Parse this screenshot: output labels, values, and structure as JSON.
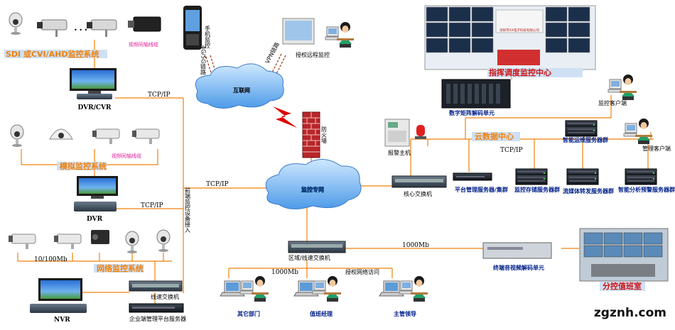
{
  "labels": {
    "sdi_system": "SDI 或CVI/AHD监控系统",
    "coax_1": "视频同轴线缆",
    "dvr_cvr": "DVR/CVR",
    "tcp_ip_1": "TCP/IP",
    "analog_system": "模拟监控系统",
    "coax_2": "视频同轴线缆",
    "dvr": "DVR",
    "tcp_ip_2": "TCP/IP",
    "tcp_ip_3": "TCP/IP",
    "front_access": "前端监控设备接入",
    "network_system": "网络监控系统",
    "bw_100": "10/100Mb",
    "line_switch": "线速交换机",
    "nvr": "NVR",
    "mgmt_server": "企业端管理平台服务器",
    "mobile": "手机监控",
    "mobile_net": "4G/5G链路",
    "internet": "互联网",
    "vpn": "VPN链路",
    "remote": "授权远程监控",
    "firewall": "防火墙",
    "private_net": "监控专网",
    "command_center": "指挥调度监控中心",
    "matrix": "数字矩阵解码单元",
    "monitor_client_1": "监控客户端",
    "alarm_host": "报警主机",
    "cloud_dc": "云数据中心",
    "ops_servers": "智能运维服务器群",
    "mgmt_client": "管理客户端",
    "tcp_ip_4": "TCP/IP",
    "core_switch": "核心交换机",
    "platform_servers": "平台管理服务器/集群",
    "storage_servers": "监控存储服务器群",
    "stream_servers": "流媒体转发服务器群",
    "analysis_servers": "智能分析预警服务器群",
    "area_switch": "区域/线速交换机",
    "bw_1000_1": "1000Mb",
    "bw_1000_2": "1000Mb",
    "auth_access": "授权网络访问",
    "other_dept": "其它部门",
    "duty_manager": "值班经理",
    "leader": "主管领导",
    "decoder": "终端音视频解码单元",
    "duty_room": "分控值班室",
    "watermark": "zgznh.com",
    "company_sign": "深圳市XX电子科技有限公司"
  }
}
